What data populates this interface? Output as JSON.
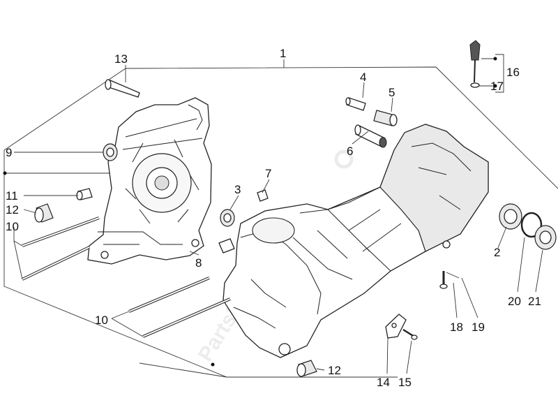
{
  "labels": [
    "1",
    "2",
    "3",
    "4",
    "5",
    "6",
    "7",
    "8",
    "9",
    "10",
    "10",
    "10",
    "11",
    "12",
    "12",
    "13",
    "14",
    "15",
    "16",
    "17",
    "18",
    "19",
    "20",
    "21"
  ],
  "watermark": "PartsRepublik"
}
